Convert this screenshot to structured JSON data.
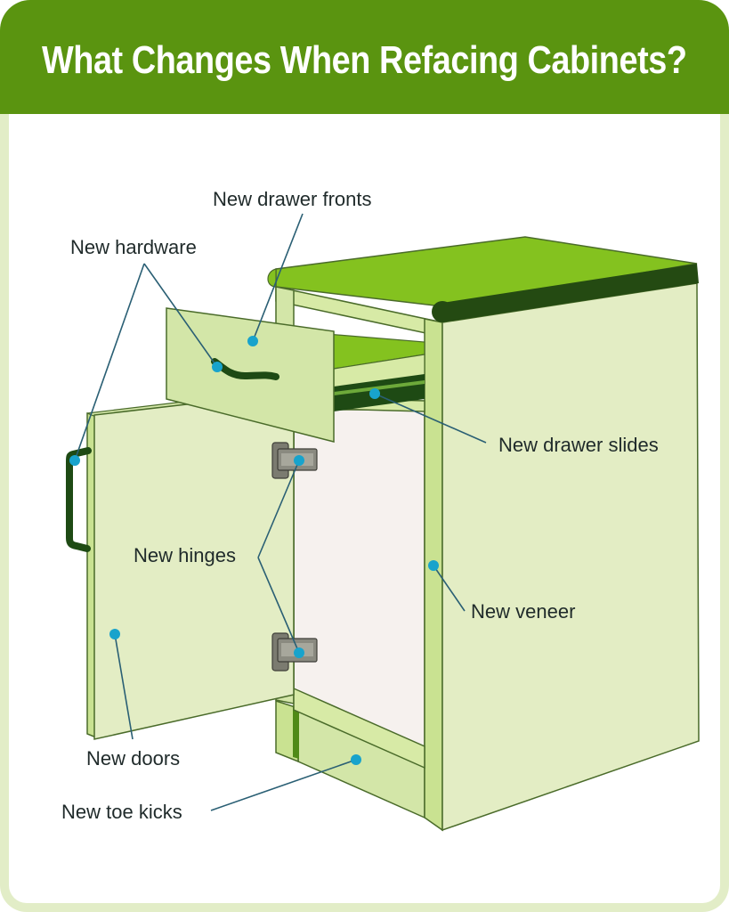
{
  "title": "What Changes When Refacing Cabinets?",
  "colors": {
    "header": "#5a9410",
    "frame": "#e2edc7",
    "countertop": "#84c21f",
    "countertop_edge": "#244a12",
    "panel": "#e3edc4",
    "panel_mid": "#c9e291",
    "interior": "#f6f1ee",
    "hinge": "#7b7b70",
    "handle": "#1e4a14",
    "dot": "#18a3cc",
    "leader": "#2a5f74"
  },
  "labels": {
    "drawer_fronts": "New drawer fronts",
    "hardware": "New hardware",
    "drawer_slides": "New drawer slides",
    "hinges": "New hinges",
    "veneer": "New veneer",
    "doors": "New doors",
    "toe_kicks": "New toe kicks"
  }
}
